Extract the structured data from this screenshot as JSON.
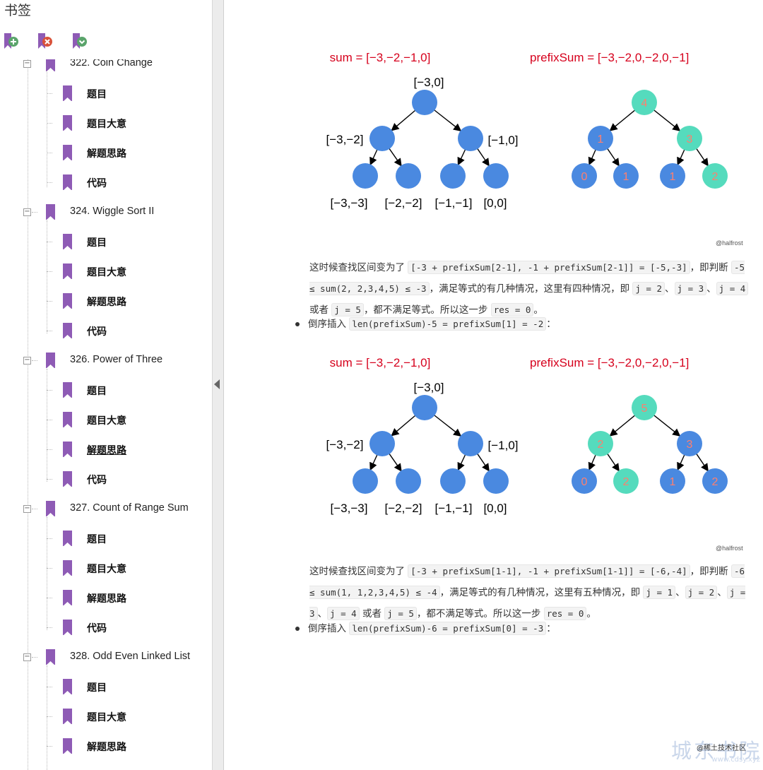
{
  "sidebar": {
    "title": "书签",
    "toolbar": [
      {
        "name": "add-bookmark",
        "icon": "bookmark-add-icon",
        "color": "#5aa46b"
      },
      {
        "name": "remove-bookmark",
        "icon": "bookmark-remove-icon",
        "color": "#d9523a"
      },
      {
        "name": "bookmark-options",
        "icon": "bookmark-expand-icon",
        "color": "#5aa46b"
      }
    ],
    "partial_top_label": "322. Coin Change",
    "sections": [
      {
        "title": "324. Wiggle Sort II",
        "children": [
          "题目",
          "题目大意",
          "解题思路",
          "代码"
        ]
      },
      {
        "title": "326. Power of Three",
        "children": [
          "题目",
          "题目大意",
          "解题思路",
          "代码"
        ]
      },
      {
        "title": "327. Count of Range Sum",
        "children": [
          "题目",
          "题目大意",
          "解题思路",
          "代码"
        ]
      },
      {
        "title": "328. Odd Even Linked List",
        "children": [
          "题目",
          "题目大意",
          "解题思路"
        ]
      }
    ],
    "first_children": [
      "题目",
      "题目大意",
      "解题思路",
      "代码"
    ],
    "hovered_item": "326-解题思路",
    "bookmark_color": "#8e5bb5"
  },
  "content": {
    "figures": [
      {
        "sum_label": "sum = [−3,−2,−1,0]",
        "prefix_label": "prefixSum = [−3,−2,0,−2,0,−1]",
        "left_tree_labels": [
          "[−3,0]",
          "[−3,−2]",
          "[−1,0]",
          "[−3,−3]",
          "[−2,−2]",
          "[−1,−1]",
          "[0,0]"
        ],
        "right_tree_values": [
          "4",
          "1",
          "3",
          "0",
          "1",
          "1",
          "2"
        ],
        "right_tree_highlight": [
          true,
          false,
          true,
          false,
          false,
          false,
          true
        ],
        "credit": "@halfrost"
      },
      {
        "sum_label": "sum = [−3,−2,−1,0]",
        "prefix_label": "prefixSum = [−3,−2,0,−2,0,−1]",
        "left_tree_labels": [
          "[−3,0]",
          "[−3,−2]",
          "[−1,0]",
          "[−3,−3]",
          "[−2,−2]",
          "[−1,−1]",
          "[0,0]"
        ],
        "right_tree_values": [
          "5",
          "2",
          "3",
          "0",
          "2",
          "1",
          "2"
        ],
        "right_tree_highlight": [
          true,
          true,
          false,
          false,
          true,
          false,
          false
        ],
        "credit": "@halfrost"
      }
    ],
    "paragraphs": [
      {
        "t1": "这时候查找区间变为了 ",
        "c1": "[-3 + prefixSum[2-1], -1 + prefixSum[2-1]] = [-5,-3]",
        "t2": "，即判断 ",
        "c2": "-5 ≤ sum(2,  2,3,4,5) ≤ -3",
        "t3": "，满足等式的有几种情况，这里有四种情况，即 ",
        "c3": "j = 2",
        "t4": "、",
        "c4": "j = 3",
        "t5": "、",
        "c5": "j = 4",
        "t6": " 或者 ",
        "c6": "j = 5",
        "t7": "，都不满足等式。所以这一步 ",
        "c7": "res = 0",
        "t8": "。"
      },
      {
        "t1": "这时候查找区间变为了 ",
        "c1": "[-3 + prefixSum[1-1], -1 + prefixSum[1-1]] = [-6,-4]",
        "t2": "，即判断 ",
        "c2": "-6 ≤ sum(1,  1,2,3,4,5) ≤ -4",
        "t3": "，满足等式的有几种情况，这里有五种情况，即 ",
        "c3": "j = 1",
        "t4": "、",
        "c4": "j = 2",
        "t5": "、",
        "c5": "j = 3",
        "t6": "、",
        "c6": "j = 4",
        "t7": " 或者 ",
        "c7": "j = 5",
        "t8": "，都不满足等式。所以这一步 ",
        "c8": "res = 0",
        "t9": "。"
      }
    ],
    "bullets": [
      {
        "text": "倒序插入 ",
        "code": "len(prefixSum)-5 = prefixSum[1] = -2",
        "tail": "："
      },
      {
        "text": "倒序插入 ",
        "code": "len(prefixSum)-6 = prefixSum[0] = -3",
        "tail": "："
      }
    ],
    "watermark": {
      "big": "城东书院",
      "small": "www.cdsy.xyz",
      "overlay": "@稀土技术社区"
    },
    "colors": {
      "label_red": "#d6001c",
      "node_blue": "#4a89e0",
      "node_green": "#55dbbd",
      "node_text": "#ff7f6e"
    }
  }
}
